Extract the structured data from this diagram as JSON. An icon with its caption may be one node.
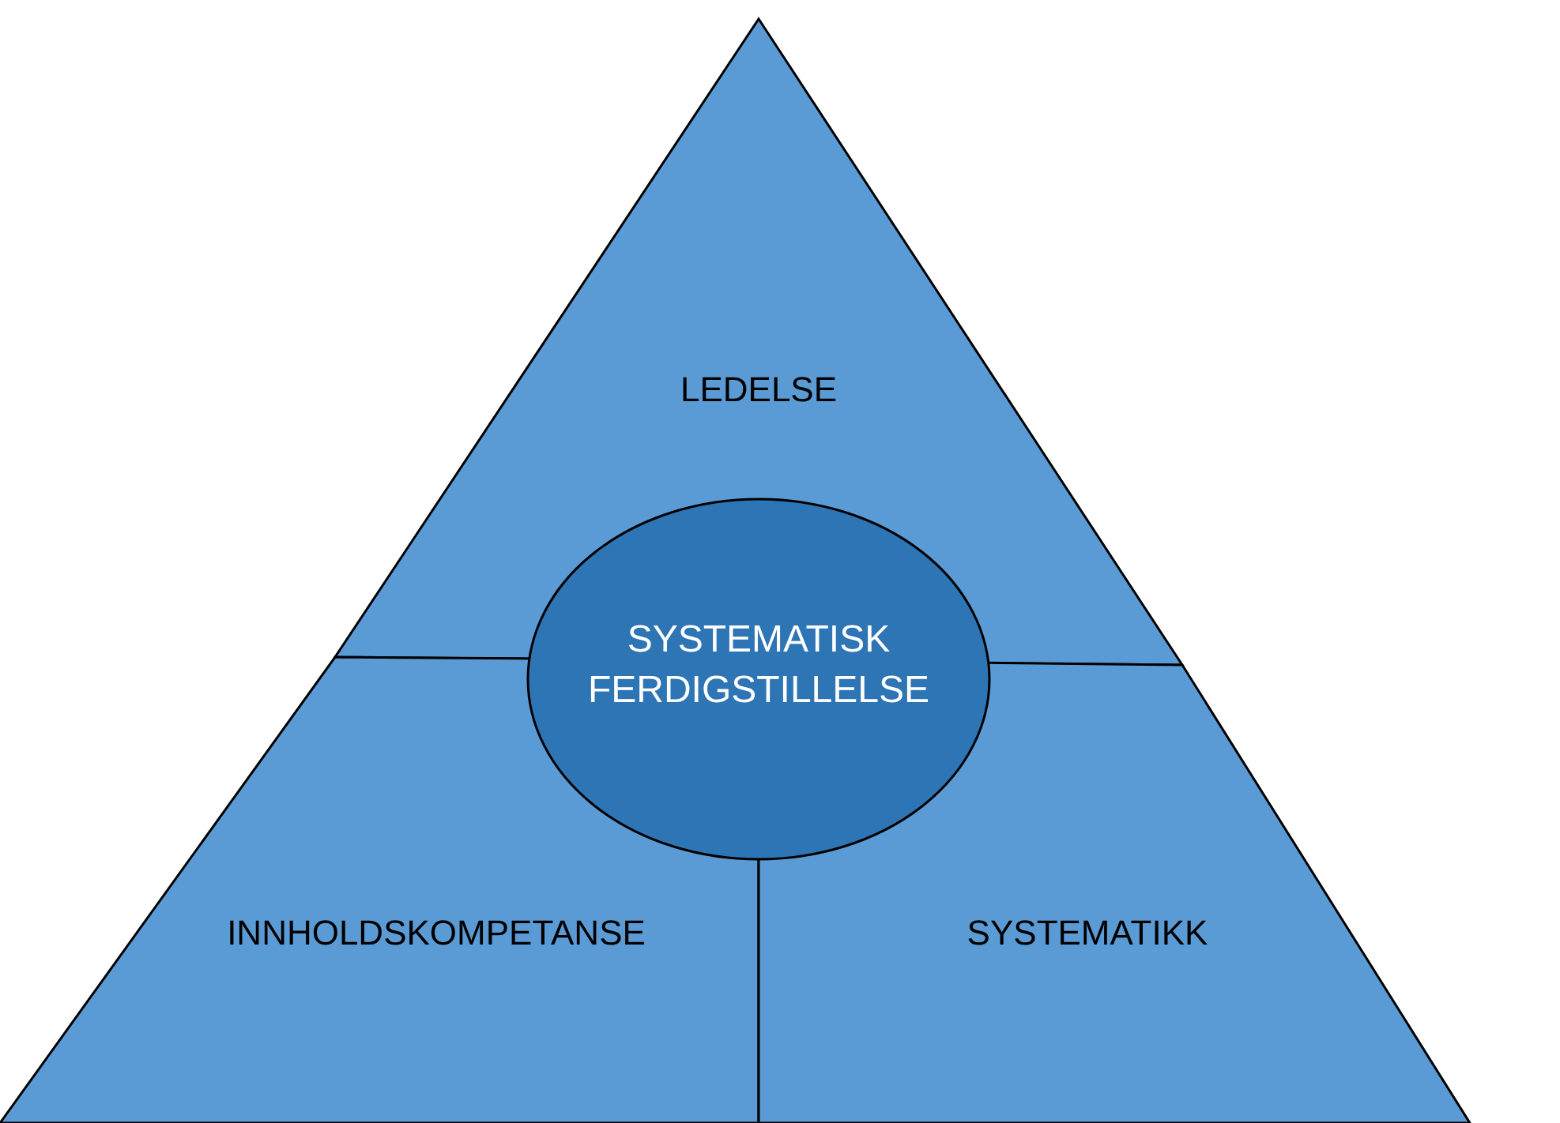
{
  "diagram": {
    "nodes": [
      {
        "text": [
          "LEDELSE"
        ]
      },
      {
        "text": [
          "SYSTEMATISK FERDIGSTILLELSE"
        ]
      },
      {
        "text": [
          "INNHOLDSKOMPETANSE"
        ]
      },
      {
        "text": [
          "SYSTEMATIKK"
        ]
      }
    ]
  }
}
